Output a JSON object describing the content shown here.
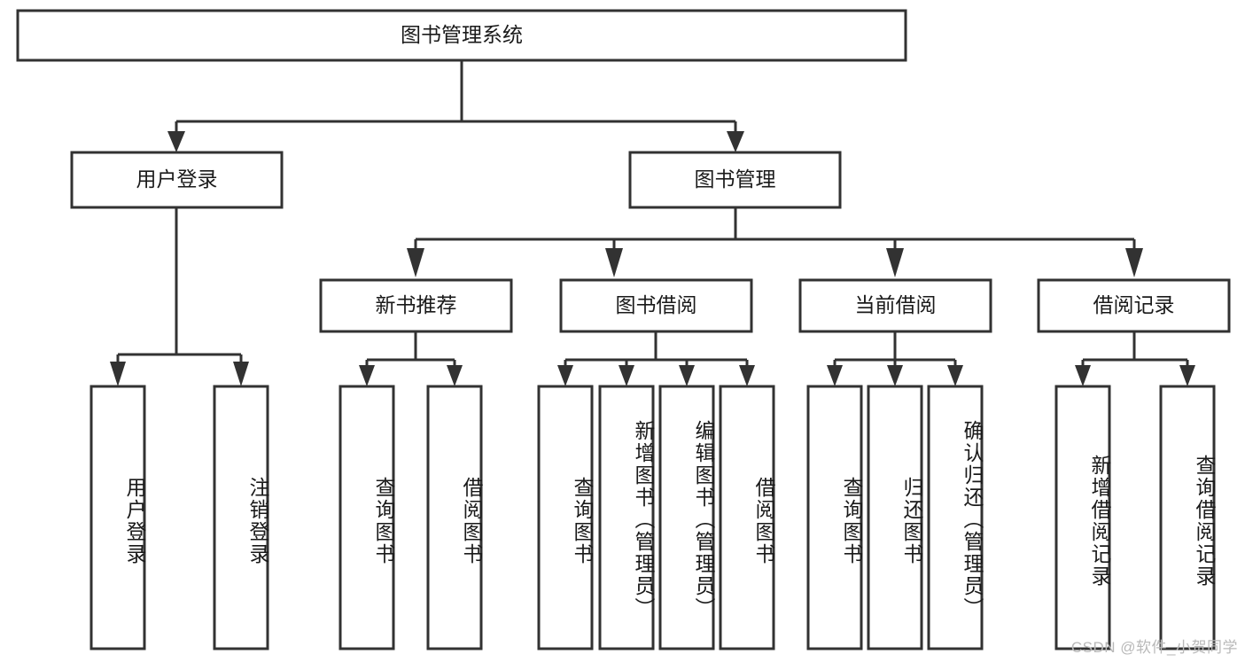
{
  "diagram": {
    "title": "图书管理系统",
    "type": "tree-hierarchy-chart",
    "watermark": "CSDN @软件_小贺同学",
    "colors": {
      "box_stroke": "#323232",
      "box_fill": "#ffffff",
      "connector": "#323232",
      "text": "#1a1a1a",
      "watermark": "#b9b9b9",
      "background": "#ffffff"
    },
    "levels": {
      "root": {
        "label": "图书管理系统"
      },
      "level2": [
        {
          "label": "用户登录"
        },
        {
          "label": "图书管理"
        }
      ],
      "level3": [
        {
          "label": "新书推荐"
        },
        {
          "label": "图书借阅"
        },
        {
          "label": "当前借阅"
        },
        {
          "label": "借阅记录"
        }
      ],
      "leaves": {
        "user_login": [
          {
            "label": "用户登录"
          },
          {
            "label": "注销登录"
          }
        ],
        "new_book_recommend": [
          {
            "label": "查询图书"
          },
          {
            "label": "借阅图书"
          }
        ],
        "book_borrow": [
          {
            "label": "查询图书"
          },
          {
            "label": "新增图书（管理员）"
          },
          {
            "label": "编辑图书（管理员）"
          },
          {
            "label": "借阅图书"
          }
        ],
        "current_borrow": [
          {
            "label": "查询图书"
          },
          {
            "label": "归还图书"
          },
          {
            "label": "确认归还（管理员）"
          }
        ],
        "borrow_record": [
          {
            "label": "新增借阅记录"
          },
          {
            "label": "查询借阅记录"
          }
        ]
      }
    }
  }
}
